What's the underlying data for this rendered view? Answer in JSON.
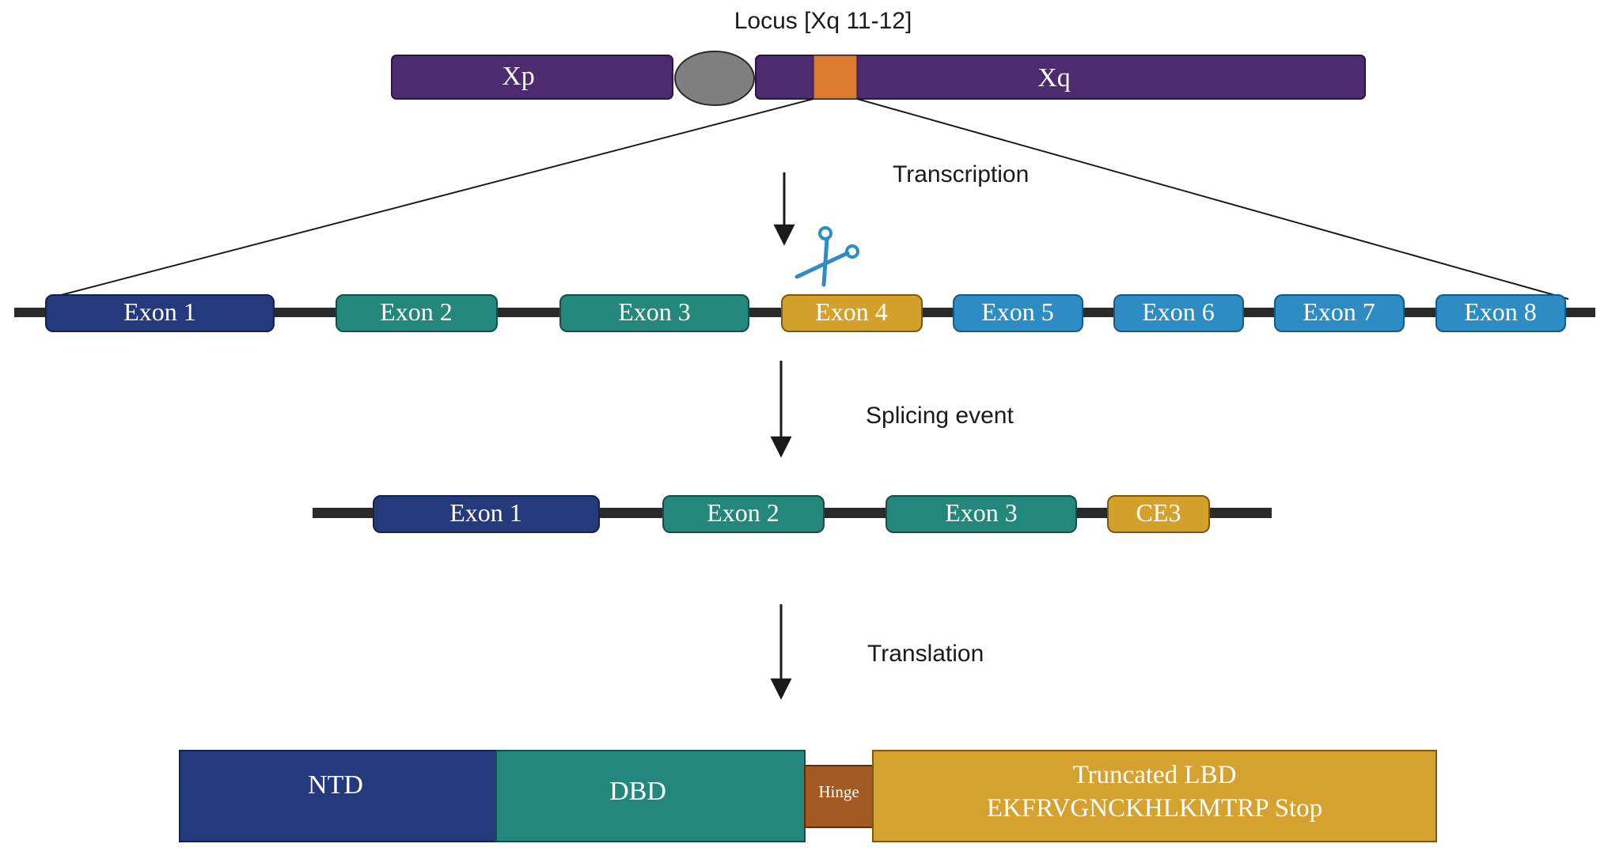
{
  "colors": {
    "chromosome": "#4e2a6e",
    "centromere": "#7f7f7f",
    "locus_band": "#dc7a2e",
    "exon1": "#253a7c",
    "exon2": "#23877b",
    "exon3": "#23877b",
    "exon4": "#d4a12b",
    "exon5": "#2d8cc4",
    "ntd": "#253a7c",
    "dbd": "#23877b",
    "hinge": "#a35a22",
    "lbd": "#d6a22f",
    "line": "#1a1a1a",
    "scissors": "#2d8cc4"
  },
  "chromosome": {
    "locus_label": "Locus [Xq 11-12]",
    "p_arm": "Xp",
    "q_arm": "Xq"
  },
  "steps": {
    "transcription": "Transcription",
    "splicing": "Splicing event",
    "translation": "Translation"
  },
  "gene": {
    "exons": [
      "Exon 1",
      "Exon 2",
      "Exon 3",
      "Exon 4",
      "Exon 5",
      "Exon 6",
      "Exon 7",
      "Exon 8"
    ],
    "cut_icon": "scissors-icon"
  },
  "spliced": {
    "exons": [
      "Exon 1",
      "Exon 2",
      "Exon 3",
      "CE3"
    ]
  },
  "protein": {
    "ntd": "NTD",
    "dbd": "DBD",
    "hinge": "Hinge",
    "lbd_line1": "Truncated LBD",
    "lbd_line2": "EKFRVGNCKHLKMTRP Stop"
  }
}
